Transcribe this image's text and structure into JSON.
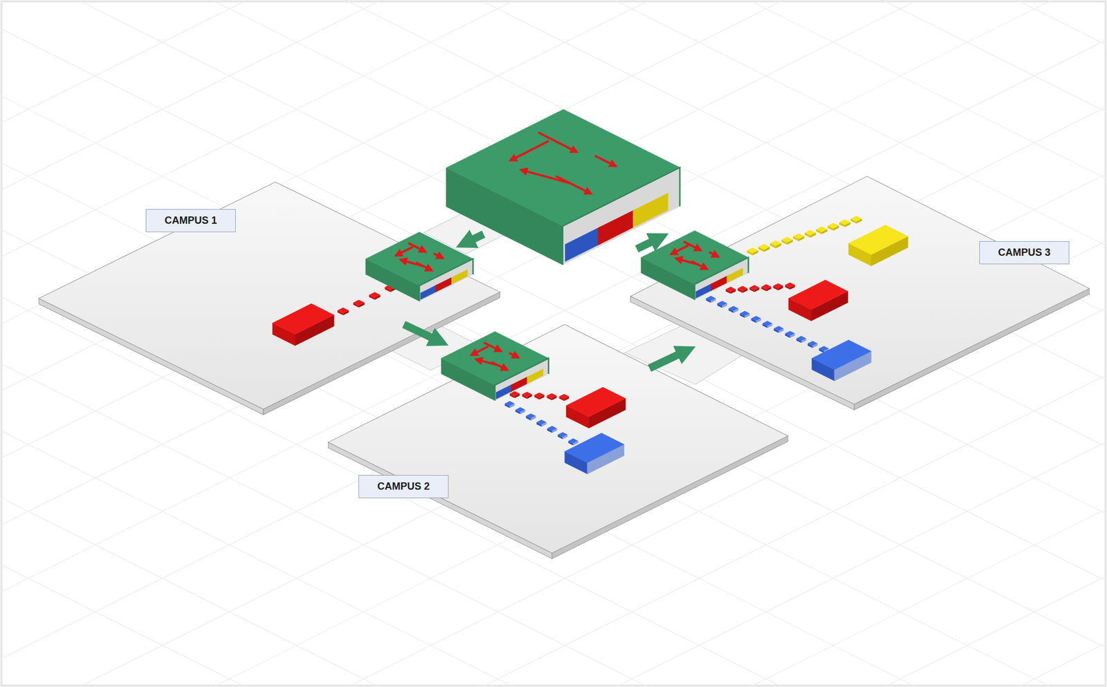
{
  "diagram": {
    "nodes": [
      {
        "text": [
          "CAMPUS 1"
        ]
      },
      {
        "text": [
          "CAMPUS 2"
        ]
      },
      {
        "text": [
          "CAMPUS 3"
        ]
      }
    ]
  }
}
